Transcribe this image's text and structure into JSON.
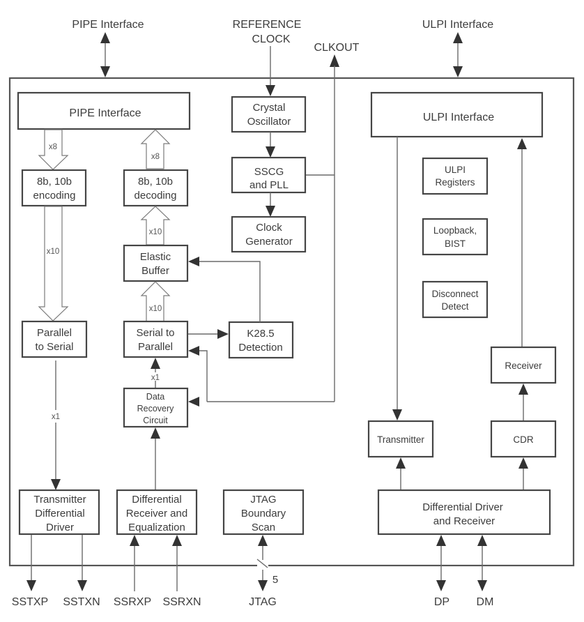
{
  "diagram": {
    "type": "block-diagram",
    "external_signals": {
      "pipe_interface": "PIPE Interface",
      "reference_clock": [
        "REFERENCE",
        "CLOCK"
      ],
      "clkout": "CLKOUT",
      "ulpi_interface": "ULPI Interface",
      "sstxp": "SSTXP",
      "sstxn": "SSTXN",
      "ssrxp": "SSRXP",
      "ssrxn": "SSRXN",
      "jtag": "JTAG",
      "jtag_bus_width": "5",
      "dp": "DP",
      "dm": "DM"
    },
    "blocks": {
      "pipe_interface": [
        "PIPE Interface"
      ],
      "encoding": [
        "8b, 10b",
        "encoding"
      ],
      "decoding": [
        "8b, 10b",
        "decoding"
      ],
      "parallel_to_serial": [
        "Parallel",
        "to Serial"
      ],
      "elastic_buffer": [
        "Elastic",
        "Buffer"
      ],
      "serial_to_parallel": [
        "Serial to",
        "Parallel"
      ],
      "k285_detection": [
        "K28.5",
        "Detection"
      ],
      "data_recovery": [
        "Data",
        "Recovery",
        "Circuit"
      ],
      "crystal_oscillator": [
        "Crystal",
        "Oscillator"
      ],
      "sscg_pll": [
        "SSCG",
        "and PLL"
      ],
      "clock_generator": [
        "Clock",
        "Generator"
      ],
      "tx_diff_driver": [
        "Transmitter",
        "Differential",
        "Driver"
      ],
      "diff_receiver_eq": [
        "Differential",
        "Receiver and",
        "Equalization"
      ],
      "jtag_boundary_scan": [
        "JTAG",
        "Boundary",
        "Scan"
      ],
      "ulpi_interface": [
        "ULPI Interface"
      ],
      "ulpi_registers": [
        "ULPI",
        "Registers"
      ],
      "loopback_bist": [
        "Loopback,",
        "BIST"
      ],
      "disconnect_detect": [
        "Disconnect",
        "Detect"
      ],
      "receiver": [
        "Receiver"
      ],
      "transmitter": [
        "Transmitter"
      ],
      "cdr": [
        "CDR"
      ],
      "diff_driver_receiver": [
        "Differential Driver",
        "and Receiver"
      ]
    },
    "bus_widths": {
      "pipe_to_encoding": "x8",
      "decoding_to_pipe": "x8",
      "encoding_to_p2s": "x10",
      "elastic_to_decoding": "x10",
      "s2p_to_elastic": "x10",
      "drc_to_s2p": "x1",
      "p2s_to_tx": "x1"
    }
  }
}
